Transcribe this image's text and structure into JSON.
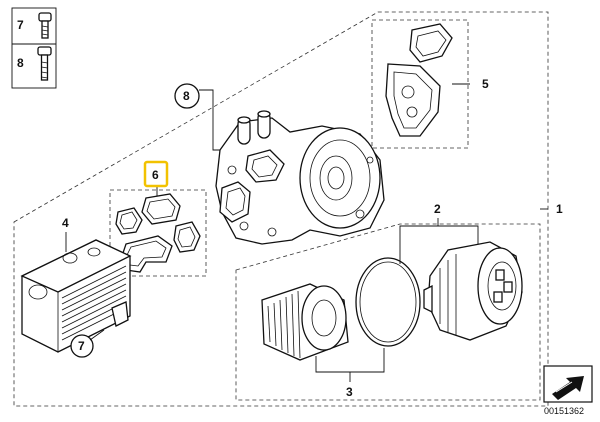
{
  "callouts": {
    "c1": "1",
    "c2": "2",
    "c3": "3",
    "c4": "4",
    "c5": "5",
    "c6": "6",
    "c7_top": "7",
    "c8_top": "8",
    "c8_circle": "8",
    "c7_circle": "7"
  },
  "reference_number": "00151362",
  "highlight_color": "#f2c200",
  "icons": [
    "bolt-icon",
    "bolt-icon",
    "arrow-direction-icon"
  ]
}
